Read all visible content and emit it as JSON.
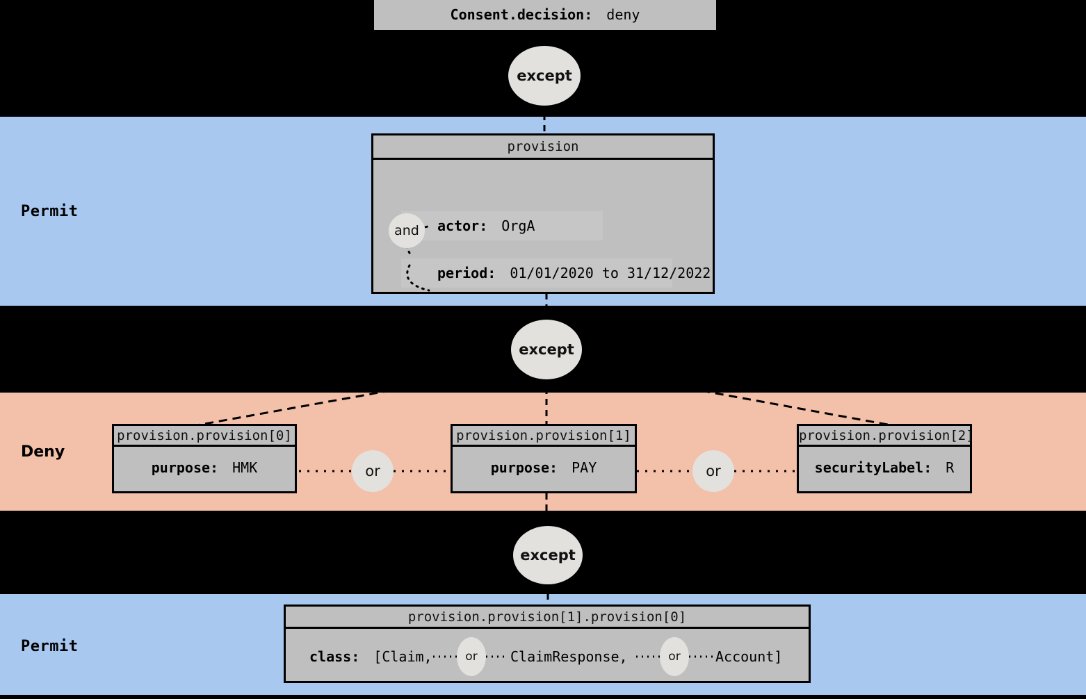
{
  "diagram": {
    "title_box": {
      "key": "Consent.decision:",
      "value": "deny"
    },
    "bands": [
      {
        "name": "band-black-top",
        "label": "",
        "color": "#000000"
      },
      {
        "name": "band-permit-upper",
        "label": "Permit",
        "color": "#a8c8f0"
      },
      {
        "name": "band-black-mid",
        "label": "",
        "color": "#000000"
      },
      {
        "name": "band-deny",
        "label": "Deny",
        "color": "#f3c0aa"
      },
      {
        "name": "band-black-lower",
        "label": "",
        "color": "#000000"
      },
      {
        "name": "band-permit-lower",
        "label": "Permit",
        "color": "#a8c8f0"
      }
    ],
    "connectors": {
      "except_label": "except",
      "and_label": "and",
      "or_label": "or"
    },
    "provision_node": {
      "header": "provision",
      "rows": [
        {
          "key": "actor:",
          "value": "OrgA"
        },
        {
          "key": "period:",
          "value": "01/01/2020 to 31/12/2022"
        }
      ],
      "operator": "and"
    },
    "deny_nodes": [
      {
        "header": "provision.provision[0]",
        "rows": [
          {
            "key": "purpose:",
            "value": "HMK"
          }
        ]
      },
      {
        "header": "provision.provision[1]",
        "rows": [
          {
            "key": "purpose:",
            "value": "PAY"
          }
        ]
      },
      {
        "header": "provision.provision[2]",
        "rows": [
          {
            "key": "securityLabel:",
            "value": "R"
          }
        ]
      }
    ],
    "deny_operators": [
      "or",
      "or"
    ],
    "bottom_node": {
      "header": "provision.provision[1].provision[0]",
      "class_key": "class:",
      "class_open": "[Claim,",
      "class_mid": "ClaimResponse,",
      "class_close": "Account]",
      "operators": [
        "or",
        "or"
      ]
    },
    "colors": {
      "permit": "#a8c8f0",
      "deny": "#f3c0aa",
      "node_fill": "#bfbfbf",
      "row_fill": "#c6c6c6",
      "ellipse_fill": "#e2e1de",
      "border": "#000000",
      "background": "#000000"
    }
  }
}
